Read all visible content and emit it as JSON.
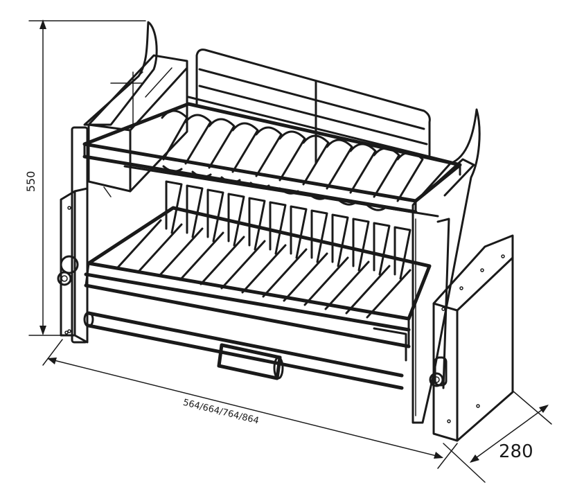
{
  "dimensions": {
    "height_label": "550",
    "width_label": "564/664/764/864",
    "depth_label": "280"
  }
}
